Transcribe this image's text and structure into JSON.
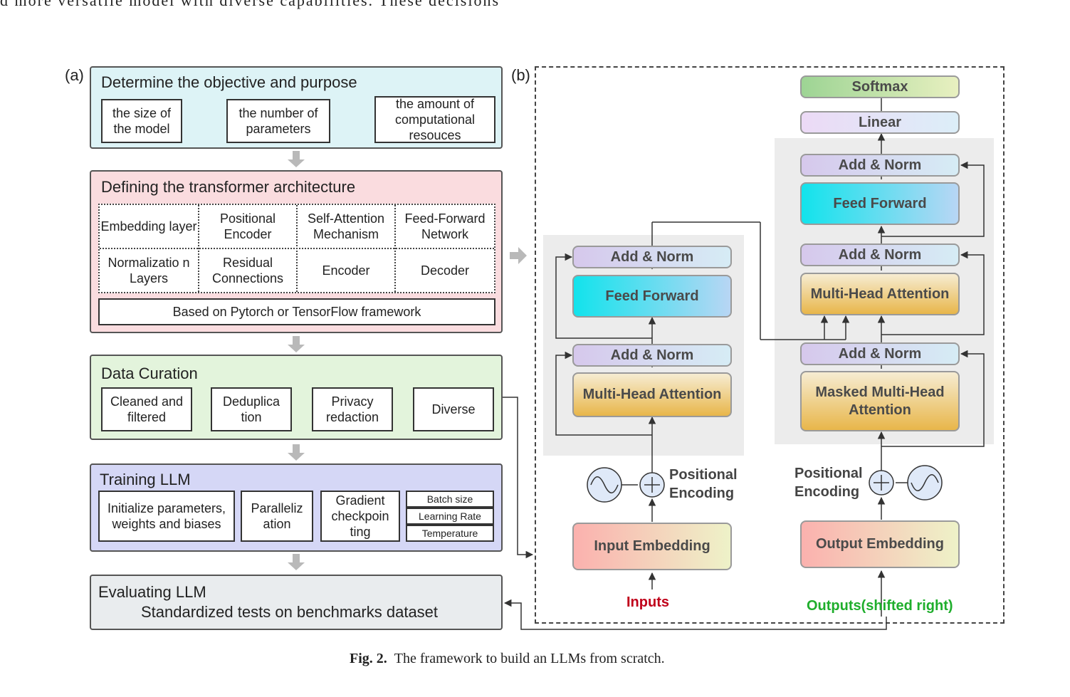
{
  "top_text": "d  more  versatile  model  with  diverse  capabilities.  These  decisions",
  "panel_a": {
    "label": "(a)",
    "stage1": {
      "title": "Determine the objective and purpose",
      "items": [
        "the size of the model",
        "the number of parameters",
        "the amount of computational resouces"
      ]
    },
    "stage2": {
      "title": "Defining the transformer architecture",
      "grid": [
        "Embedding layer",
        "Positional Encoder",
        "Self-Attention Mechanism",
        "Feed-Forward Network",
        "Normalizatio n Layers",
        "Residual Connections",
        "Encoder",
        "Decoder"
      ],
      "framework": "Based on Pytorch or TensorFlow framework"
    },
    "stage3": {
      "title": "Data Curation",
      "items": [
        "Cleaned and filtered",
        "Deduplica tion",
        "Privacy redaction",
        "Diverse"
      ]
    },
    "stage4": {
      "title": "Training LLM",
      "items": [
        "Initialize parameters, weights and biases",
        "Paralleliz ation",
        "Gradient checkpoin ting"
      ],
      "hyperparams": [
        "Batch size",
        "Learning Rate",
        "Temperature"
      ]
    },
    "stage5": {
      "title": "Evaluating LLM",
      "subtitle": "Standardized tests on benchmarks dataset"
    }
  },
  "panel_b": {
    "label": "(b)",
    "encoder": {
      "add_norm": "Add & Norm",
      "feed_forward": "Feed Forward",
      "multi_head": "Multi-Head Attention",
      "positional_encoding": "Positional Encoding",
      "input_embedding": "Input Embedding",
      "inputs": "Inputs"
    },
    "decoder": {
      "softmax": "Softmax",
      "linear": "Linear",
      "add_norm": "Add & Norm",
      "feed_forward": "Feed Forward",
      "multi_head": "Multi-Head Attention",
      "masked_multi_head": "Masked Multi-Head Attention",
      "positional_encoding": "Positional Encoding",
      "output_embedding": "Output Embedding",
      "outputs": "Outputs(shifted right)"
    }
  },
  "caption": {
    "label": "Fig. 2.",
    "text": "The framework to build an LLMs from scratch."
  },
  "colors": {
    "stage1_bg": "#ddf3f6",
    "stage2_bg": "#fadcdf",
    "stage3_bg": "#e3f4dc",
    "stage4_bg": "#d5d7f6",
    "stage5_bg": "#e9ecee",
    "inputs_text": "#c0001a",
    "outputs_text": "#1fae2c"
  }
}
